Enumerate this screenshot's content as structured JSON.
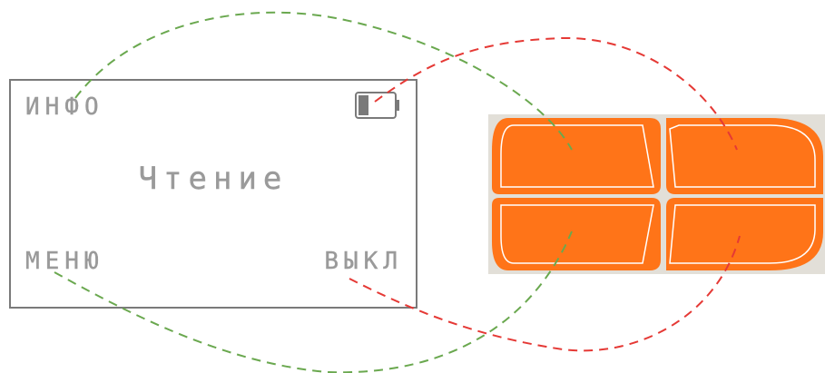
{
  "screen": {
    "info_label": "ИНФО",
    "status_label": "Чтение",
    "menu_label": "МЕНЮ",
    "off_label": "ВЫКЛ",
    "battery_icon": "battery-low-icon",
    "battery_level": 0.3
  },
  "keypad": {
    "key_color": "#ff7418",
    "background_color": "#e2dfd8",
    "key_outline_color": "#ffffff",
    "keys": [
      "top-left-key",
      "top-right-key",
      "bottom-left-key",
      "bottom-right-key"
    ]
  },
  "connectors": [
    {
      "from": "info",
      "to": "top-left-key",
      "color": "#6aa84f",
      "style": "dashed"
    },
    {
      "from": "battery",
      "to": "top-right-key",
      "color": "#e53935",
      "style": "dashed"
    },
    {
      "from": "menu",
      "to": "bottom-left-key",
      "color": "#6aa84f",
      "style": "dashed"
    },
    {
      "from": "off",
      "to": "bottom-right-key",
      "color": "#e53935",
      "style": "dashed"
    }
  ]
}
